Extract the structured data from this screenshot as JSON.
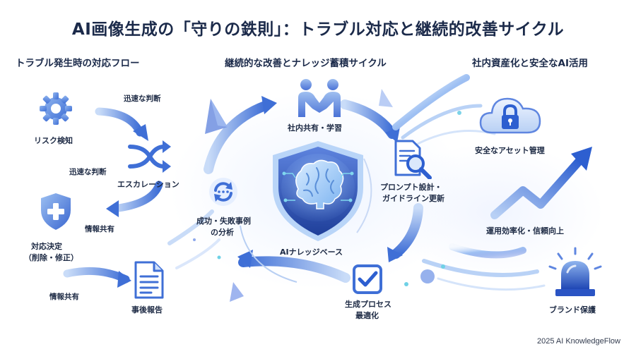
{
  "title": "AI画像生成の「守りの鉄則」：トラブル対応と継続的改善サイクル",
  "sections": {
    "left": "トラブル発生時の対応フロー",
    "center": "継続的な改善とナレッジ蓄積サイクル",
    "right": "社内資産化と安全なAI活用"
  },
  "left_flow": {
    "risk_detection": "リスク検知",
    "quick_judgment_top": "迅速な判断",
    "quick_judgment_mid": "迅速な判断",
    "escalation": "エスカレーション",
    "info_share_mid": "情報共有",
    "decision_line1": "対応決定",
    "decision_line2": "（削除・修正）",
    "info_share_bottom": "情報共有",
    "post_report": "事後報告"
  },
  "cycle": {
    "share_learn": "社内共有・学習",
    "prompt_line1": "プロンプト設計・",
    "prompt_line2": "ガイドライン更新",
    "optimize_line1": "生成プロセス",
    "optimize_line2": "最適化",
    "analysis_line1": "成功・失敗事例",
    "analysis_line2": "の分析",
    "knowledge_base": "AIナレッジベース"
  },
  "right_col": {
    "asset_management": "安全なアセット管理",
    "efficiency": "運用効率化・信頼向上",
    "brand_protection": "ブランド保護"
  },
  "footer": "2025 AI KnowledgeFlow",
  "colors": {
    "primary": "#3f6fd6",
    "light": "#8fb4ee",
    "dark": "#1b2a4a"
  }
}
